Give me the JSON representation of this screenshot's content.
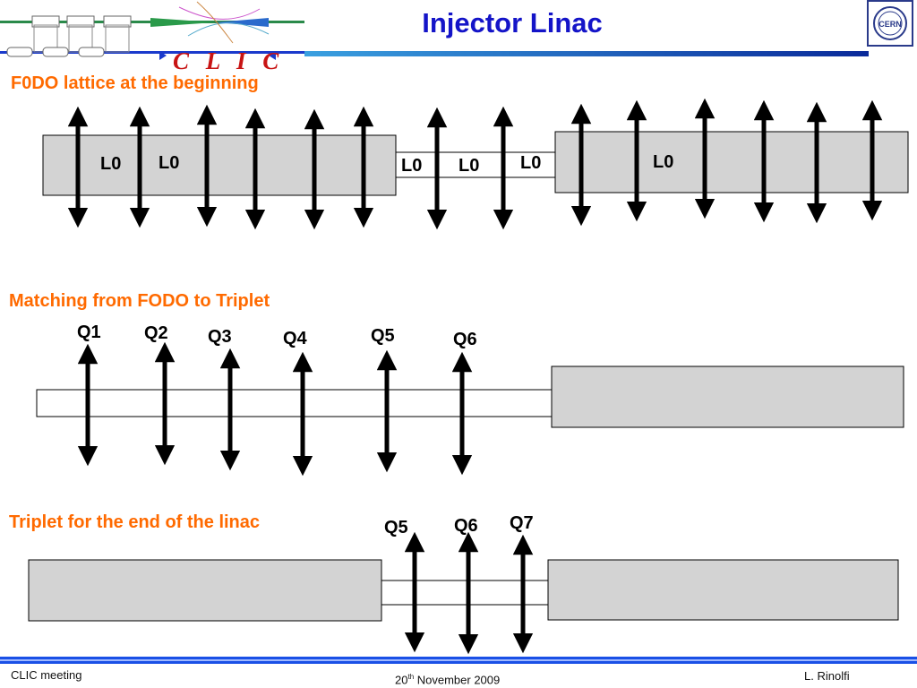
{
  "header": {
    "title": "Injector Linac",
    "clic_logo": "C L I C",
    "cern_logo": "CERN"
  },
  "sections": [
    {
      "heading": "F0DO  lattice at the beginning"
    },
    {
      "heading": "Matching from FODO to Triplet"
    },
    {
      "heading": "Triplet for the end of the linac"
    }
  ],
  "fodo_labels": [
    "L0",
    "L0",
    "L0",
    "L0",
    "L0",
    "L0"
  ],
  "matching_labels": [
    "Q1",
    "Q2",
    "Q3",
    "Q4",
    "Q5",
    "Q6"
  ],
  "triplet_labels": [
    "Q5",
    "Q6",
    "Q7"
  ],
  "footer": {
    "left": "CLIC  meeting",
    "date_day": "20",
    "date_sup": "th",
    "date_rest": " November 2009",
    "right": "L. Rinolfi"
  },
  "colors": {
    "title": "#1414c8",
    "heading": "#ff6a00",
    "structure_fill": "#d3d3d3",
    "footer_bar": "#1a50e6"
  },
  "icons": [
    "cern-logo",
    "clic-logo",
    "focusing-element-arrow"
  ]
}
